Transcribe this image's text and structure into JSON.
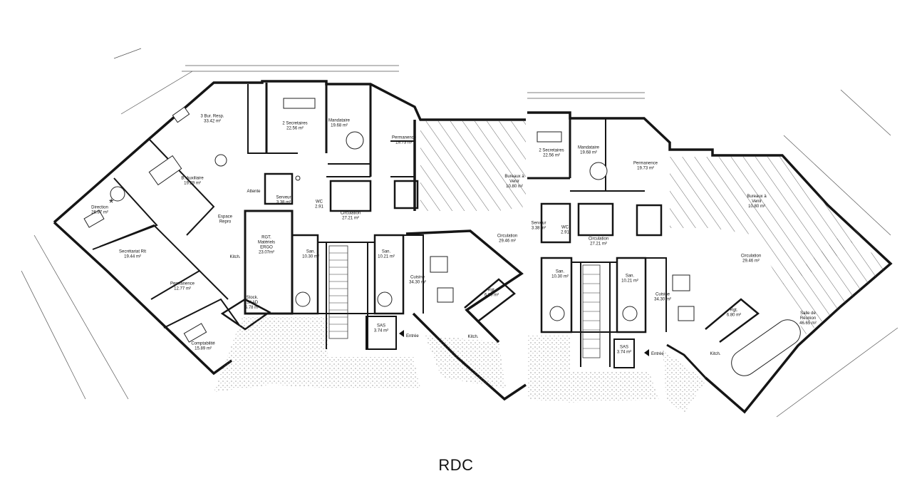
{
  "caption": "RDC",
  "entrance_label": "Entrée",
  "rooms_left": [
    {
      "id": "l-3bur",
      "lines": [
        "3 Bur. Resp.",
        "33.42 m²"
      ]
    },
    {
      "id": "l-2sec",
      "lines": [
        "2 Secretaires",
        "22.56 m²"
      ]
    },
    {
      "id": "l-mand",
      "lines": [
        "Mandataire",
        "19.68 m²"
      ]
    },
    {
      "id": "l-perm1",
      "lines": [
        "Permanence",
        "19.73 m²"
      ]
    },
    {
      "id": "l-baux",
      "lines": [
        "B. Auxiliaire",
        "19.29 m²"
      ]
    },
    {
      "id": "l-attente",
      "lines": [
        "Attente"
      ]
    },
    {
      "id": "l-serveur",
      "lines": [
        "Serveur",
        "3.38 m²"
      ]
    },
    {
      "id": "l-wc",
      "lines": [
        "WC",
        "2.91"
      ]
    },
    {
      "id": "l-dir",
      "lines": [
        "Direction",
        "26.87 m²"
      ]
    },
    {
      "id": "l-espace",
      "lines": [
        "Espace",
        "Repro"
      ]
    },
    {
      "id": "l-circ1",
      "lines": [
        "Circulation",
        "27.21 m²"
      ]
    },
    {
      "id": "l-bur-av",
      "lines": [
        "Bureaux à",
        "Venir",
        "10.80 m²"
      ]
    },
    {
      "id": "l-rgt",
      "lines": [
        "RGT.",
        "Matériels",
        "ERGO",
        "23.07m²"
      ]
    },
    {
      "id": "l-circ2",
      "lines": [
        "Circulation",
        "29.46 m²"
      ]
    },
    {
      "id": "l-secr",
      "lines": [
        "Secrétariat Rlt",
        "19.44 m²"
      ]
    },
    {
      "id": "l-kitch1",
      "lines": [
        "Kitch."
      ]
    },
    {
      "id": "l-sani1",
      "lines": [
        "San.",
        "10.30 m²"
      ]
    },
    {
      "id": "l-sani2",
      "lines": [
        "San.",
        "10.21 m²"
      ]
    },
    {
      "id": "l-cuisine",
      "lines": [
        "Cuisine",
        "34.30 m²"
      ]
    },
    {
      "id": "l-perm2",
      "lines": [
        "Permanence",
        "12.77 m²"
      ]
    },
    {
      "id": "l-stock",
      "lines": [
        "Stock.",
        "SAAD",
        "5.78 m²"
      ]
    },
    {
      "id": "l-rgt2",
      "lines": [
        "Rgt.",
        "6.80 m²"
      ]
    },
    {
      "id": "l-sas",
      "lines": [
        "SAS",
        "3.74 m²"
      ]
    },
    {
      "id": "l-kitch2",
      "lines": [
        "Kitch."
      ]
    },
    {
      "id": "l-compta",
      "lines": [
        "Comptabilité",
        "15.89 m²"
      ]
    }
  ],
  "rooms_right": [
    {
      "id": "r-2sec",
      "lines": [
        "2 Secretaires",
        "22.56 m²"
      ]
    },
    {
      "id": "r-mand",
      "lines": [
        "Mandataire",
        "19.68 m²"
      ]
    },
    {
      "id": "r-perm",
      "lines": [
        "Permanence",
        "19.73 m²"
      ]
    },
    {
      "id": "r-bur-av",
      "lines": [
        "Bureaux à",
        "Venir",
        "10.80 m²"
      ]
    },
    {
      "id": "r-serveur",
      "lines": [
        "Serveur",
        "3.38 m²"
      ]
    },
    {
      "id": "r-wc",
      "lines": [
        "WC",
        "2.91"
      ]
    },
    {
      "id": "r-circ1",
      "lines": [
        "Circulation",
        "27.21 m²"
      ]
    },
    {
      "id": "r-circ2",
      "lines": [
        "Circulation",
        "29.46 m²"
      ]
    },
    {
      "id": "r-sani1",
      "lines": [
        "San.",
        "10.30 m²"
      ]
    },
    {
      "id": "r-sani2",
      "lines": [
        "San.",
        "10.21 m²"
      ]
    },
    {
      "id": "r-cuisine",
      "lines": [
        "Cuisine",
        "34.30 m²"
      ]
    },
    {
      "id": "r-rgt",
      "lines": [
        "Rgt.",
        "6.80 m²"
      ]
    },
    {
      "id": "r-salle",
      "lines": [
        "Salle de",
        "Réunion",
        "46.65 m²"
      ]
    },
    {
      "id": "r-sas",
      "lines": [
        "SAS",
        "3.74 m²"
      ]
    },
    {
      "id": "r-kitch",
      "lines": [
        "Kitch."
      ]
    }
  ]
}
